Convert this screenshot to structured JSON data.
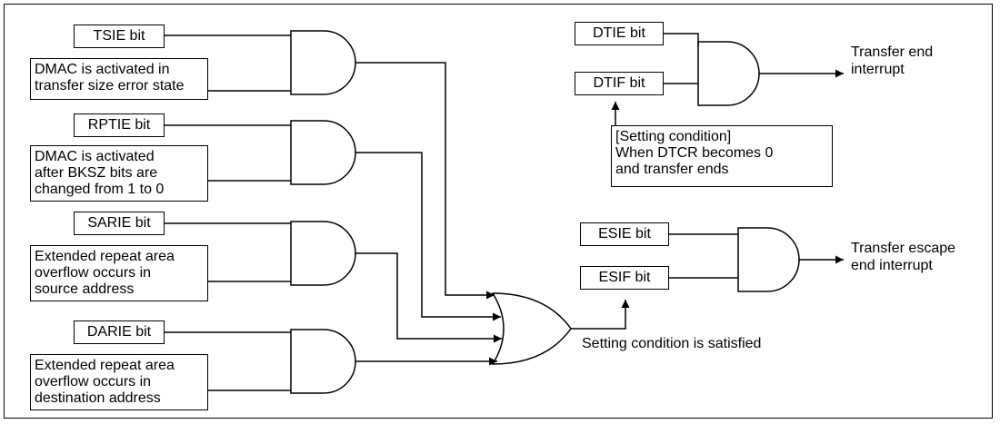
{
  "diagram": {
    "left_groups": [
      {
        "bit": "TSIE bit",
        "condition": "DMAC is activated in\ntransfer size error state"
      },
      {
        "bit": "RPTIE bit",
        "condition": "DMAC is activated\nafter BKSZ bits are\nchanged from 1 to 0"
      },
      {
        "bit": "SARIE bit",
        "condition": "Extended repeat area\noverflow occurs in\nsource address"
      },
      {
        "bit": "DARIE bit",
        "condition": "Extended repeat area\noverflow occurs in\ndestination address"
      }
    ],
    "or_output_label": "Setting condition is satisfied",
    "transfer_end": {
      "enable_bit": "DTIE bit",
      "flag_bit": "DTIF bit",
      "setting_condition": "[Setting condition]\nWhen DTCR becomes 0\nand transfer ends",
      "output": "Transfer end\ninterrupt"
    },
    "transfer_escape": {
      "enable_bit": "ESIE bit",
      "flag_bit": "ESIF bit",
      "output": "Transfer escape\nend interrupt"
    }
  }
}
